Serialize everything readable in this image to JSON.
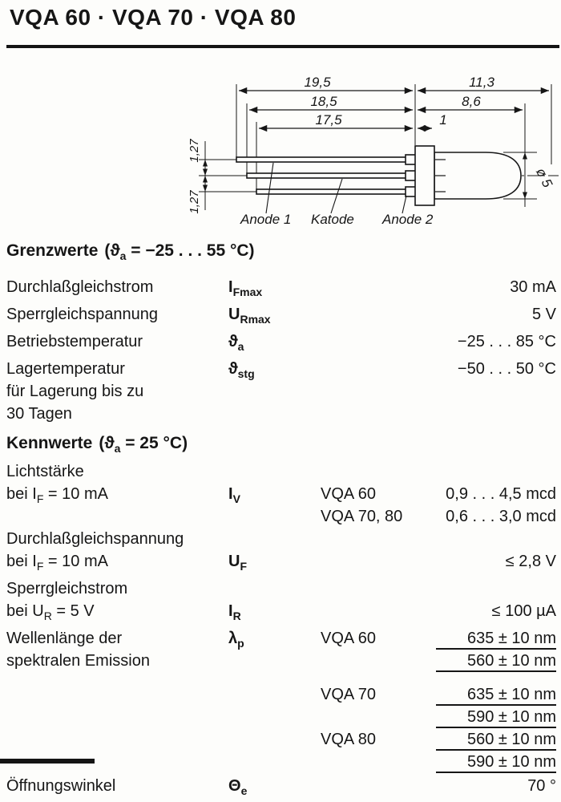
{
  "page": {
    "title": "VQA 60 · VQA 70 · VQA 80"
  },
  "drawing": {
    "dim_lead_total": "19,5",
    "dim_body_total": "11,3",
    "dim_lead_mid": "18,5",
    "dim_body_mid": "8,6",
    "dim_lead_short": "17,5",
    "dim_flange": "1",
    "dim_pitch_top": "1,27",
    "dim_pitch_bottom": "1,27",
    "dim_diameter": "ø 5",
    "label_anode1": "Anode 1",
    "label_katode": "Katode",
    "label_anode2": "Anode 2"
  },
  "limits": {
    "heading": "Grenzwerte",
    "cond_pre": "(ϑ",
    "cond_sub": "a",
    "cond_post": " = −25 . . . 55 °C)",
    "rows": [
      {
        "param": [
          "Durchlaßgleichstrom"
        ],
        "sym_base": "I",
        "sym_sub": "Fmax",
        "value": "30 mA"
      },
      {
        "param": [
          "Sperrgleichspannung"
        ],
        "sym_base": "U",
        "sym_sub": "Rmax",
        "value": "5 V"
      },
      {
        "param": [
          "Betriebstemperatur"
        ],
        "sym_base": "ϑ",
        "sym_sub": "a",
        "value": "−25 . . . 85 °C"
      },
      {
        "param": [
          "Lagertemperatur",
          "für Lagerung bis zu",
          "30 Tagen"
        ],
        "sym_base": "ϑ",
        "sym_sub": "stg",
        "value": "−50 . . . 50 °C"
      }
    ]
  },
  "characteristics": {
    "heading": "Kennwerte",
    "cond_pre": "(ϑ",
    "cond_sub": "a",
    "cond_post": " = 25 °C)",
    "luminous": {
      "line1": "Lichtstärke",
      "line2_pre": "bei I",
      "line2_sub": "F",
      "line2_post": " = 10 mA",
      "sym_base": "I",
      "sym_sub": "V",
      "entries": [
        {
          "variant": "VQA 60",
          "value": "0,9 . . . 4,5 mcd"
        },
        {
          "variant": "VQA 70, 80",
          "value": "0,6 . . . 3,0 mcd"
        }
      ]
    },
    "forward_voltage": {
      "line1": "Durchlaßgleichspannung",
      "line2_pre": "bei I",
      "line2_sub": "F",
      "line2_post": " = 10 mA",
      "sym_base": "U",
      "sym_sub": "F",
      "value": "≤ 2,8 V"
    },
    "reverse_current": {
      "line1": "Sperrgleichstrom",
      "line2_pre": "bei U",
      "line2_sub": "R",
      "line2_post": " = 5 V",
      "sym_base": "I",
      "sym_sub": "R",
      "value": "≤ 100 µA"
    },
    "wavelength": {
      "line1": "Wellenlänge der",
      "line2": "spektralen Emission",
      "sym_base": "λ",
      "sym_sub": "p",
      "groups": [
        {
          "variant": "VQA 60",
          "values": [
            "635 ± 10 nm",
            "560 ± 10 nm"
          ]
        },
        {
          "variant": "VQA 70",
          "values": [
            "635 ± 10 nm",
            "590 ± 10 nm"
          ]
        },
        {
          "variant": "VQA 80",
          "values": [
            "560 ± 10 nm",
            "590 ± 10 nm"
          ]
        }
      ]
    },
    "aperture": {
      "line1": "Öffnungswinkel",
      "sym_base": "Θ",
      "sym_sub": "e",
      "value": "70 °"
    }
  }
}
